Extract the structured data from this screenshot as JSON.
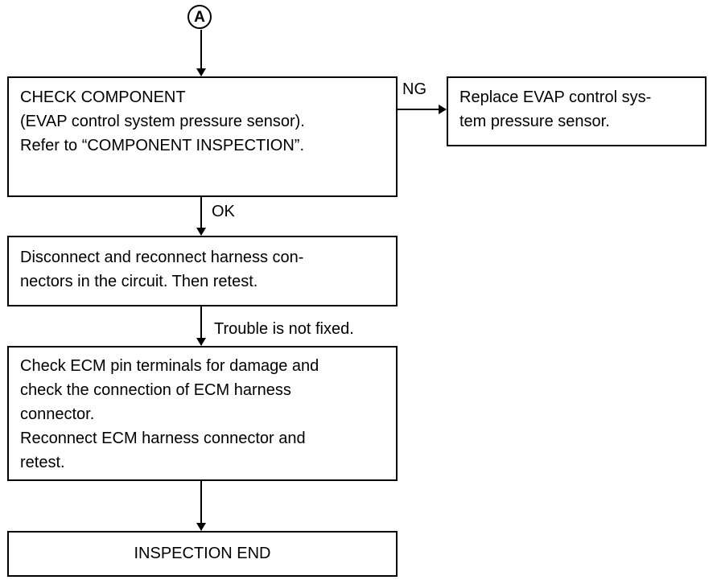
{
  "connector": {
    "label": "A"
  },
  "boxes": {
    "check_component": {
      "lines": [
        "CHECK COMPONENT",
        "(EVAP control system pressure sensor).",
        "Refer to “COMPONENT INSPECTION”."
      ]
    },
    "replace_sensor": {
      "lines": [
        "Replace EVAP control sys-",
        "tem pressure sensor."
      ]
    },
    "reconnect_harness": {
      "lines": [
        "Disconnect and reconnect harness con-",
        "nectors in the circuit. Then retest."
      ]
    },
    "check_ecm": {
      "lines": [
        "Check ECM pin terminals for damage and",
        "check the connection of ECM harness",
        "connector.",
        "Reconnect ECM harness connector and",
        "retest."
      ]
    },
    "inspection_end": {
      "lines": [
        "INSPECTION END"
      ]
    }
  },
  "labels": {
    "ng": "NG",
    "ok": "OK",
    "not_fixed": "Trouble is not fixed."
  }
}
